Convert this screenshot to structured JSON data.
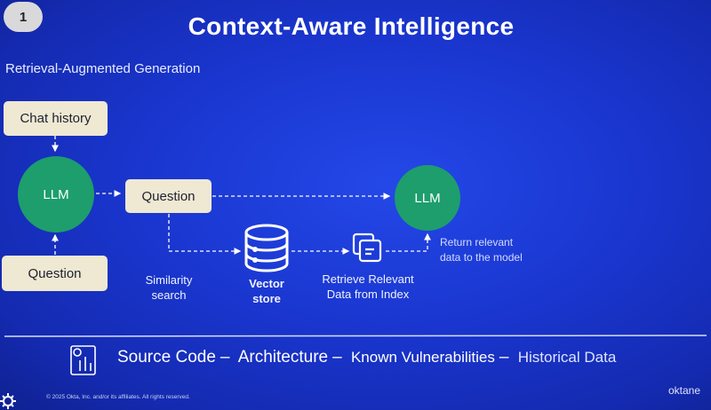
{
  "slide_number": "1",
  "title": "Context-Aware Intelligence",
  "subtitle": "Retrieval-Augmented Generation",
  "diagram": {
    "chat_history": "Chat history",
    "llm_left": "LLM",
    "question_middle": "Question",
    "question_bottom": "Question",
    "llm_right": "LLM",
    "similarity_search": [
      "Similarity",
      "search"
    ],
    "vector_store": [
      "Vector",
      "store"
    ],
    "retrieve": [
      "Retrieve Relevant",
      "Data from Index"
    ],
    "return_relevant": [
      "Return relevant",
      "data to the model"
    ]
  },
  "footer_bar": {
    "items": [
      "Source Code",
      "Architecture",
      "Known Vulnerabilities",
      "Historical Data"
    ],
    "separator": "–"
  },
  "copyright": "© 2025 Okta, Inc. and/or its affiliates. All rights reserved.",
  "brand": "oktane",
  "colors": {
    "background": "#1a36cf",
    "node_green": "#1d9e6c",
    "box_cream": "#efe8d2"
  }
}
